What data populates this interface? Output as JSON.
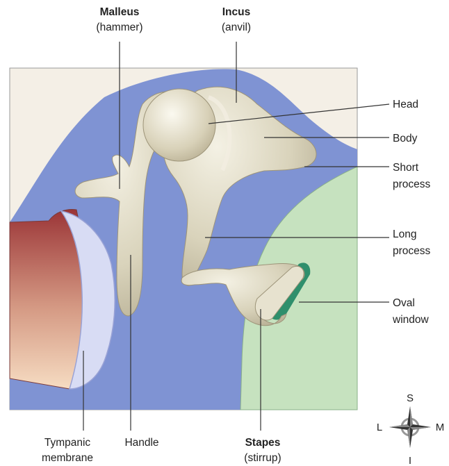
{
  "labels": {
    "malleus_name": "Malleus",
    "malleus_common": "(hammer)",
    "incus_name": "Incus",
    "incus_common": "(anvil)",
    "head": "Head",
    "body": "Body",
    "short_process_1": "Short",
    "short_process_2": "process",
    "long_process_1": "Long",
    "long_process_2": "process",
    "oval_window_1": "Oval",
    "oval_window_2": "window",
    "tympanic_membrane_1": "Tympanic",
    "tympanic_membrane_2": "membrane",
    "handle": "Handle",
    "stapes_name": "Stapes",
    "stapes_common": "(stirrup)"
  },
  "compass": {
    "superior": "S",
    "inferior": "I",
    "lateral": "L",
    "medial": "M"
  },
  "colors": {
    "background_panel": "#f4efe6",
    "cavity_blue": "#7f93d3",
    "inner_ear_green": "#c6e2bf",
    "bone": "#d9d3bb",
    "canal_red": "#9e3a3c",
    "membrane": "#d8dcf4",
    "oval_window_edge": "#2f8f6c"
  }
}
